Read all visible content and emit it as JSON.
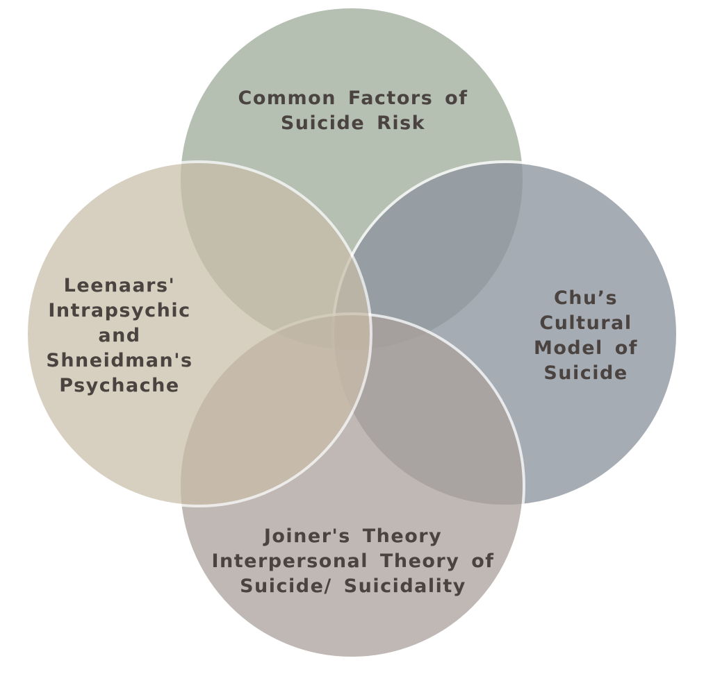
{
  "diagram": {
    "circles": [
      {
        "key": "top",
        "lines": [
          "Common Factors of",
          "Suicide Risk"
        ],
        "fill": "#a6b3a3"
      },
      {
        "key": "right",
        "lines": [
          "Chu’s",
          "Cultural",
          "Model of",
          "Suicide"
        ],
        "fill": "#8e95a0"
      },
      {
        "key": "bottom",
        "lines": [
          "Joiner's Theory",
          "Interpersonal Theory of",
          "Suicide/ Suicidality"
        ],
        "fill": "#aaa19b"
      },
      {
        "key": "left",
        "lines": [
          "Leenaars'",
          "Intrapsychic",
          "and",
          "Shneidman's",
          "Psychache"
        ],
        "fill": "#c9bda8"
      }
    ],
    "colors": {
      "outline": "#ffffff",
      "text": "#4a4340"
    }
  }
}
